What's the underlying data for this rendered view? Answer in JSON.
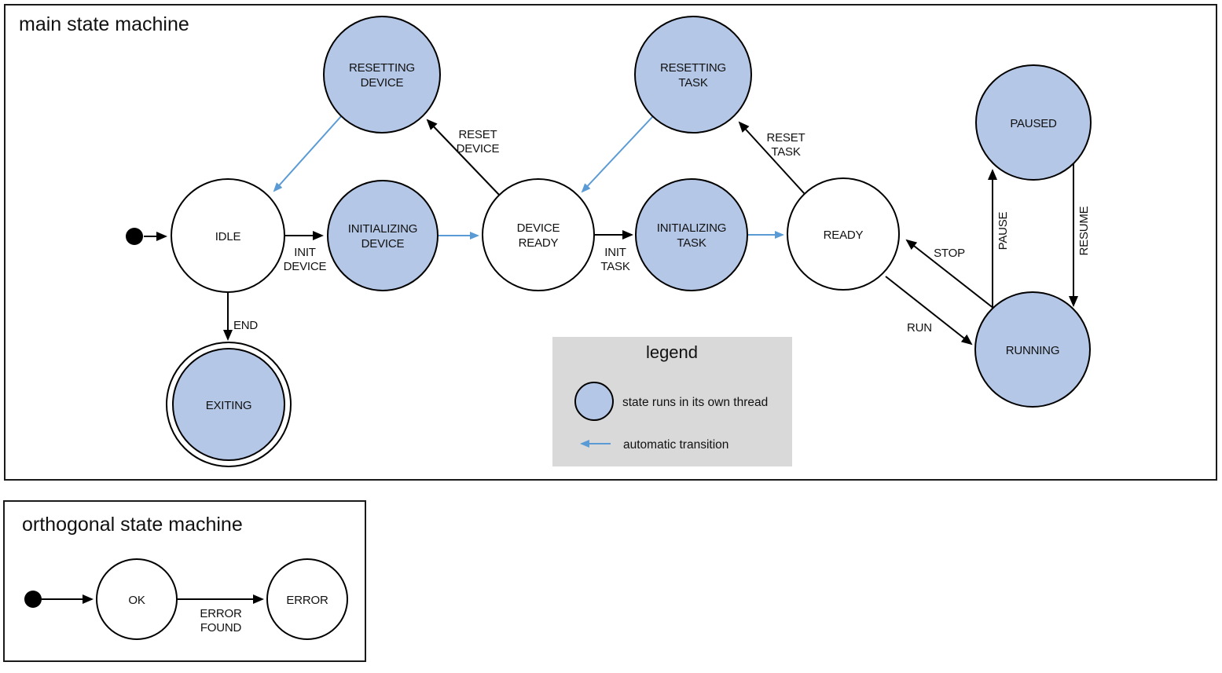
{
  "colors": {
    "threaded_state_fill": "#b4c7e7",
    "plain_state_fill": "#ffffff",
    "auto_transition_blue": "#5b9bd5",
    "legend_background": "#d9d9d9",
    "outline_black": "#000000"
  },
  "main_machine": {
    "title": "main state machine",
    "states": {
      "idle": {
        "label": "IDLE"
      },
      "resetting_device": {
        "lines": [
          "RESETTING",
          "DEVICE"
        ]
      },
      "initializing_device": {
        "lines": [
          "INITIALIZING",
          "DEVICE"
        ]
      },
      "device_ready": {
        "lines": [
          "DEVICE",
          "READY"
        ]
      },
      "resetting_task": {
        "lines": [
          "RESETTING",
          "TASK"
        ]
      },
      "initializing_task": {
        "lines": [
          "INITIALIZING",
          "TASK"
        ]
      },
      "ready": {
        "label": "READY"
      },
      "paused": {
        "label": "PAUSED"
      },
      "running": {
        "label": "RUNNING"
      },
      "exiting": {
        "label": "EXITING"
      }
    },
    "transitions": {
      "init_device": {
        "lines": [
          "INIT",
          "DEVICE"
        ]
      },
      "reset_device": {
        "lines": [
          "RESET",
          "DEVICE"
        ]
      },
      "init_task": {
        "lines": [
          "INIT",
          "TASK"
        ]
      },
      "reset_task": {
        "lines": [
          "RESET",
          "TASK"
        ]
      },
      "run": {
        "label": "RUN"
      },
      "stop": {
        "label": "STOP"
      },
      "pause": {
        "label": "PAUSE"
      },
      "resume": {
        "label": "RESUME"
      },
      "end": {
        "label": "END"
      }
    }
  },
  "legend": {
    "title": "legend",
    "items": [
      {
        "icon": "threaded-state-circle-icon",
        "label": "state runs in its own thread"
      },
      {
        "icon": "auto-transition-arrow-icon",
        "label": "automatic transition"
      }
    ]
  },
  "orthogonal_machine": {
    "title": "orthogonal state machine",
    "states": {
      "ok": {
        "label": "OK"
      },
      "error": {
        "label": "ERROR"
      }
    },
    "transitions": {
      "error_found": {
        "lines": [
          "ERROR",
          "FOUND"
        ]
      }
    }
  }
}
